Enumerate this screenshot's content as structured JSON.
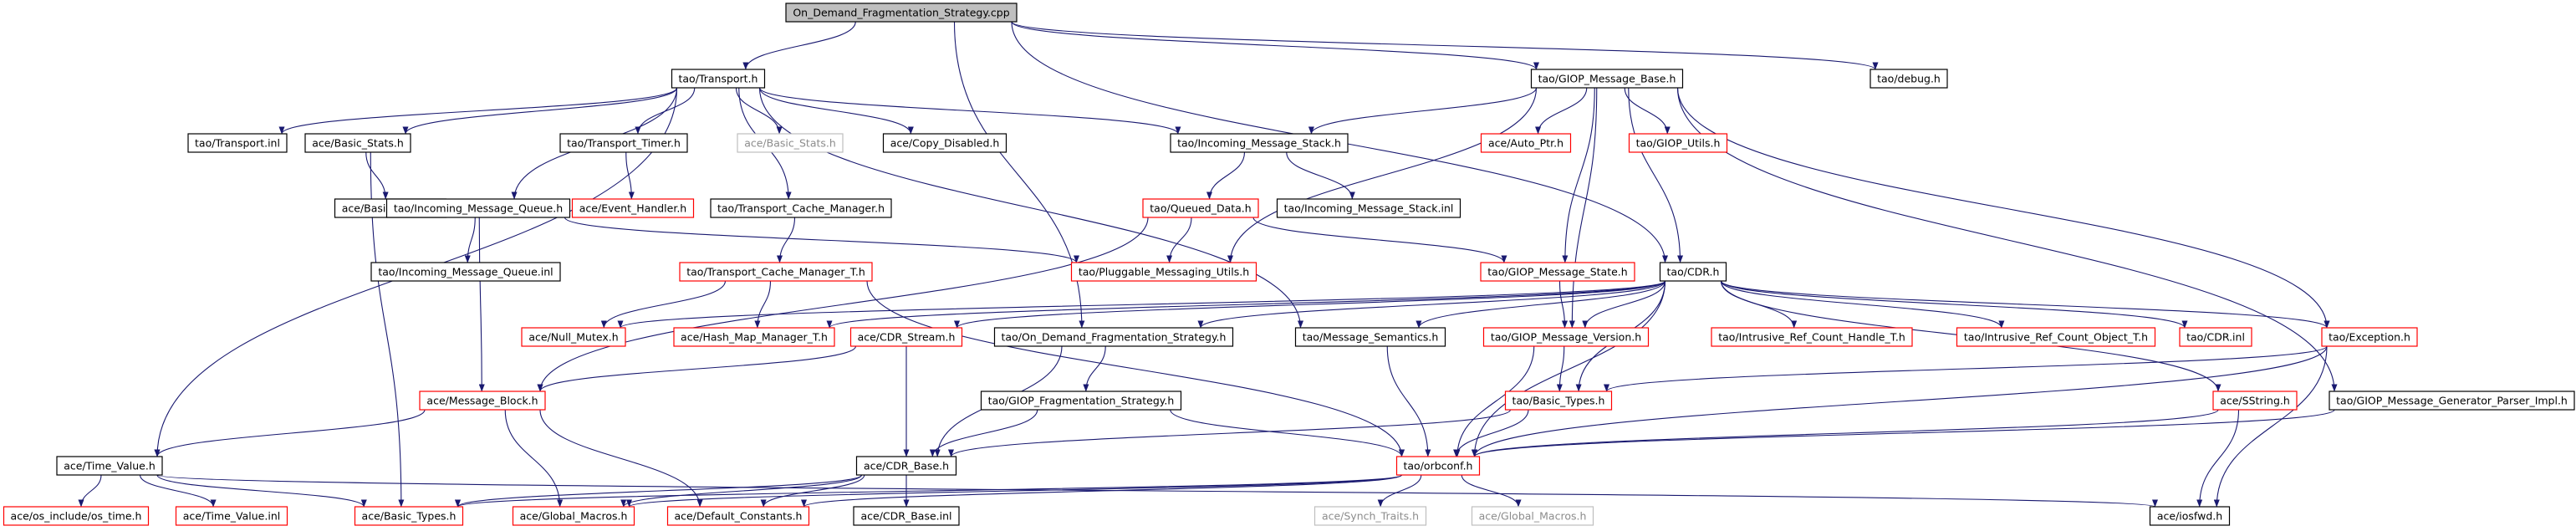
{
  "colors": {
    "edge": "#191970",
    "box_normal": "#000000",
    "box_missing": "#ff0000",
    "box_system": "#bfbfbf",
    "box_root_fill": "#bfbfbf",
    "text_normal": "#000000",
    "text_system": "#8c8c8c"
  },
  "nodes": [
    {
      "id": "root",
      "label": "On_Demand_Fragmentation_Strategy.cpp",
      "kind": "root"
    },
    {
      "id": "transport_h",
      "label": "tao/Transport.h",
      "kind": "normal"
    },
    {
      "id": "giop_message_base_h",
      "label": "tao/GIOP_Message_Base.h",
      "kind": "normal"
    },
    {
      "id": "debug_h",
      "label": "tao/debug.h",
      "kind": "normal"
    },
    {
      "id": "transport_inl",
      "label": "tao/Transport.inl",
      "kind": "normal"
    },
    {
      "id": "ace_basic_stats_h",
      "label": "ace/Basic_Stats.h",
      "kind": "normal"
    },
    {
      "id": "transport_timer_h",
      "label": "tao/Transport_Timer.h",
      "kind": "normal"
    },
    {
      "id": "ace_basic_stats_h_sys",
      "label": "ace/Basic_Stats.h",
      "kind": "system"
    },
    {
      "id": "ace_copy_disabled_h",
      "label": "ace/Copy_Disabled.h",
      "kind": "normal"
    },
    {
      "id": "incoming_message_stack_h",
      "label": "tao/Incoming_Message_Stack.h",
      "kind": "normal"
    },
    {
      "id": "ace_auto_ptr_h",
      "label": "ace/Auto_Ptr.h",
      "kind": "missing"
    },
    {
      "id": "giop_utils_h",
      "label": "tao/GIOP_Utils.h",
      "kind": "missing"
    },
    {
      "id": "ace_basic_stats_inl",
      "label": "ace/Basic_Stats.inl",
      "kind": "normal"
    },
    {
      "id": "incoming_message_queue_h",
      "label": "tao/Incoming_Message_Queue.h",
      "kind": "normal"
    },
    {
      "id": "ace_event_handler_h",
      "label": "ace/Event_Handler.h",
      "kind": "missing"
    },
    {
      "id": "transport_cache_manager_h",
      "label": "tao/Transport_Cache_Manager.h",
      "kind": "normal"
    },
    {
      "id": "queued_data_h",
      "label": "tao/Queued_Data.h",
      "kind": "missing"
    },
    {
      "id": "incoming_message_stack_inl",
      "label": "tao/Incoming_Message_Stack.inl",
      "kind": "normal"
    },
    {
      "id": "incoming_message_queue_inl",
      "label": "tao/Incoming_Message_Queue.inl",
      "kind": "normal"
    },
    {
      "id": "transport_cache_manager_t_h",
      "label": "tao/Transport_Cache_Manager_T.h",
      "kind": "missing"
    },
    {
      "id": "pluggable_messaging_utils_h",
      "label": "tao/Pluggable_Messaging_Utils.h",
      "kind": "missing"
    },
    {
      "id": "giop_message_state_h",
      "label": "tao/GIOP_Message_State.h",
      "kind": "missing"
    },
    {
      "id": "cdr_h",
      "label": "tao/CDR.h",
      "kind": "normal"
    },
    {
      "id": "ace_null_mutex_h",
      "label": "ace/Null_Mutex.h",
      "kind": "missing"
    },
    {
      "id": "ace_hash_map_manager_t_h",
      "label": "ace/Hash_Map_Manager_T.h",
      "kind": "missing"
    },
    {
      "id": "ace_cdr_stream_h",
      "label": "ace/CDR_Stream.h",
      "kind": "missing"
    },
    {
      "id": "on_demand_fragmentation_strategy_h",
      "label": "tao/On_Demand_Fragmentation_Strategy.h",
      "kind": "normal"
    },
    {
      "id": "message_semantics_h",
      "label": "tao/Message_Semantics.h",
      "kind": "normal"
    },
    {
      "id": "giop_message_version_h",
      "label": "tao/GIOP_Message_Version.h",
      "kind": "missing"
    },
    {
      "id": "intrusive_ref_count_handle_t_h",
      "label": "tao/Intrusive_Ref_Count_Handle_T.h",
      "kind": "missing"
    },
    {
      "id": "intrusive_ref_count_object_t_h",
      "label": "tao/Intrusive_Ref_Count_Object_T.h",
      "kind": "missing"
    },
    {
      "id": "cdr_inl",
      "label": "tao/CDR.inl",
      "kind": "missing"
    },
    {
      "id": "exception_h",
      "label": "tao/Exception.h",
      "kind": "missing"
    },
    {
      "id": "ace_message_block_h",
      "label": "ace/Message_Block.h",
      "kind": "missing"
    },
    {
      "id": "giop_fragmentation_strategy_h",
      "label": "tao/GIOP_Fragmentation_Strategy.h",
      "kind": "normal"
    },
    {
      "id": "basic_types_h",
      "label": "tao/Basic_Types.h",
      "kind": "missing"
    },
    {
      "id": "ace_sstring_h",
      "label": "ace/SString.h",
      "kind": "missing"
    },
    {
      "id": "giop_message_generator_parser_impl_h",
      "label": "tao/GIOP_Message_Generator_Parser_Impl.h",
      "kind": "normal"
    },
    {
      "id": "ace_time_value_h",
      "label": "ace/Time_Value.h",
      "kind": "normal"
    },
    {
      "id": "ace_cdr_base_h",
      "label": "ace/CDR_Base.h",
      "kind": "normal"
    },
    {
      "id": "orbconf_h",
      "label": "tao/orbconf.h",
      "kind": "missing"
    },
    {
      "id": "ace_os_include_os_time_h",
      "label": "ace/os_include/os_time.h",
      "kind": "missing"
    },
    {
      "id": "ace_time_value_inl",
      "label": "ace/Time_Value.inl",
      "kind": "missing"
    },
    {
      "id": "ace_basic_types_h",
      "label": "ace/Basic_Types.h",
      "kind": "missing"
    },
    {
      "id": "ace_global_macros_h",
      "label": "ace/Global_Macros.h",
      "kind": "missing"
    },
    {
      "id": "ace_default_constants_h",
      "label": "ace/Default_Constants.h",
      "kind": "missing"
    },
    {
      "id": "ace_cdr_base_inl",
      "label": "ace/CDR_Base.inl",
      "kind": "normal"
    },
    {
      "id": "ace_synch_traits_h",
      "label": "ace/Synch_Traits.h",
      "kind": "system"
    },
    {
      "id": "ace_global_macros_h_sys",
      "label": "ace/Global_Macros.h",
      "kind": "system"
    },
    {
      "id": "ace_iosfwd_h",
      "label": "ace/iosfwd.h",
      "kind": "normal"
    }
  ],
  "edges": [
    [
      "root",
      "transport_h"
    ],
    [
      "root",
      "giop_message_base_h"
    ],
    [
      "root",
      "debug_h"
    ],
    [
      "root",
      "on_demand_fragmentation_strategy_h"
    ],
    [
      "root",
      "cdr_h"
    ],
    [
      "transport_h",
      "transport_inl"
    ],
    [
      "transport_h",
      "ace_basic_stats_h"
    ],
    [
      "transport_h",
      "transport_timer_h"
    ],
    [
      "transport_h",
      "ace_basic_stats_h_sys"
    ],
    [
      "transport_h",
      "ace_copy_disabled_h"
    ],
    [
      "transport_h",
      "incoming_message_stack_h"
    ],
    [
      "transport_h",
      "incoming_message_queue_h"
    ],
    [
      "transport_h",
      "transport_cache_manager_h"
    ],
    [
      "transport_h",
      "message_semantics_h"
    ],
    [
      "transport_h",
      "ace_time_value_h"
    ],
    [
      "giop_message_base_h",
      "incoming_message_stack_h"
    ],
    [
      "giop_message_base_h",
      "ace_auto_ptr_h"
    ],
    [
      "giop_message_base_h",
      "giop_utils_h"
    ],
    [
      "giop_message_base_h",
      "pluggable_messaging_utils_h"
    ],
    [
      "giop_message_base_h",
      "giop_message_state_h"
    ],
    [
      "giop_message_base_h",
      "cdr_h"
    ],
    [
      "giop_message_base_h",
      "exception_h"
    ],
    [
      "giop_message_base_h",
      "giop_message_generator_parser_impl_h"
    ],
    [
      "giop_message_base_h",
      "giop_message_version_h"
    ],
    [
      "ace_basic_stats_h",
      "ace_basic_stats_inl"
    ],
    [
      "ace_basic_stats_h",
      "ace_basic_types_h"
    ],
    [
      "transport_timer_h",
      "ace_event_handler_h"
    ],
    [
      "incoming_message_stack_h",
      "queued_data_h"
    ],
    [
      "incoming_message_stack_h",
      "incoming_message_stack_inl"
    ],
    [
      "incoming_message_queue_h",
      "incoming_message_queue_inl"
    ],
    [
      "incoming_message_queue_h",
      "pluggable_messaging_utils_h"
    ],
    [
      "incoming_message_queue_h",
      "ace_message_block_h"
    ],
    [
      "transport_cache_manager_h",
      "transport_cache_manager_t_h"
    ],
    [
      "queued_data_h",
      "pluggable_messaging_utils_h"
    ],
    [
      "queued_data_h",
      "giop_message_state_h"
    ],
    [
      "queued_data_h",
      "ace_message_block_h"
    ],
    [
      "transport_cache_manager_t_h",
      "ace_null_mutex_h"
    ],
    [
      "transport_cache_manager_t_h",
      "ace_hash_map_manager_t_h"
    ],
    [
      "transport_cache_manager_t_h",
      "orbconf_h"
    ],
    [
      "giop_message_state_h",
      "giop_message_version_h"
    ],
    [
      "cdr_h",
      "ace_null_mutex_h"
    ],
    [
      "cdr_h",
      "ace_hash_map_manager_t_h"
    ],
    [
      "cdr_h",
      "ace_cdr_stream_h"
    ],
    [
      "cdr_h",
      "on_demand_fragmentation_strategy_h"
    ],
    [
      "cdr_h",
      "message_semantics_h"
    ],
    [
      "cdr_h",
      "giop_message_version_h"
    ],
    [
      "cdr_h",
      "intrusive_ref_count_handle_t_h"
    ],
    [
      "cdr_h",
      "intrusive_ref_count_object_t_h"
    ],
    [
      "cdr_h",
      "cdr_inl"
    ],
    [
      "cdr_h",
      "exception_h"
    ],
    [
      "cdr_h",
      "basic_types_h"
    ],
    [
      "cdr_h",
      "orbconf_h"
    ],
    [
      "cdr_h",
      "ace_sstring_h"
    ],
    [
      "ace_cdr_stream_h",
      "ace_message_block_h"
    ],
    [
      "ace_cdr_stream_h",
      "ace_cdr_base_h"
    ],
    [
      "on_demand_fragmentation_strategy_h",
      "giop_fragmentation_strategy_h"
    ],
    [
      "on_demand_fragmentation_strategy_h",
      "ace_cdr_base_h"
    ],
    [
      "message_semantics_h",
      "orbconf_h"
    ],
    [
      "giop_message_version_h",
      "basic_types_h"
    ],
    [
      "giop_message_version_h",
      "orbconf_h"
    ],
    [
      "exception_h",
      "basic_types_h"
    ],
    [
      "exception_h",
      "orbconf_h"
    ],
    [
      "exception_h",
      "ace_iosfwd_h"
    ],
    [
      "ace_message_block_h",
      "ace_time_value_h"
    ],
    [
      "ace_message_block_h",
      "ace_global_macros_h"
    ],
    [
      "ace_message_block_h",
      "ace_default_constants_h"
    ],
    [
      "giop_fragmentation_strategy_h",
      "ace_cdr_base_h"
    ],
    [
      "giop_fragmentation_strategy_h",
      "orbconf_h"
    ],
    [
      "basic_types_h",
      "ace_cdr_base_h"
    ],
    [
      "basic_types_h",
      "orbconf_h"
    ],
    [
      "ace_sstring_h",
      "orbconf_h"
    ],
    [
      "ace_sstring_h",
      "ace_iosfwd_h"
    ],
    [
      "giop_message_generator_parser_impl_h",
      "orbconf_h"
    ],
    [
      "ace_time_value_h",
      "ace_os_include_os_time_h"
    ],
    [
      "ace_time_value_h",
      "ace_time_value_inl"
    ],
    [
      "ace_time_value_h",
      "ace_basic_types_h"
    ],
    [
      "ace_time_value_h",
      "ace_iosfwd_h"
    ],
    [
      "ace_cdr_base_h",
      "ace_basic_types_h"
    ],
    [
      "ace_cdr_base_h",
      "ace_global_macros_h"
    ],
    [
      "ace_cdr_base_h",
      "ace_default_constants_h"
    ],
    [
      "ace_cdr_base_h",
      "ace_cdr_base_inl"
    ],
    [
      "orbconf_h",
      "ace_basic_types_h"
    ],
    [
      "orbconf_h",
      "ace_synch_traits_h"
    ],
    [
      "orbconf_h",
      "ace_global_macros_h_sys"
    ],
    [
      "orbconf_h",
      "ace_global_macros_h"
    ],
    [
      "orbconf_h",
      "ace_default_constants_h"
    ]
  ]
}
